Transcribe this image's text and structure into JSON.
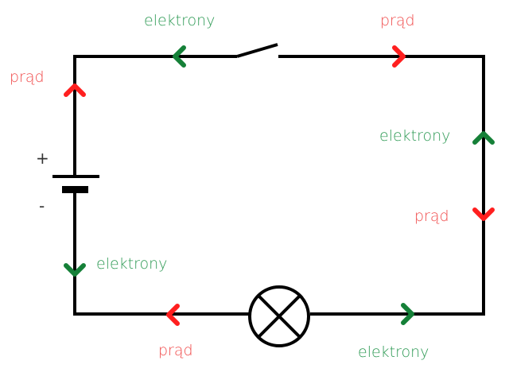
{
  "diagram": {
    "type": "electric-circuit",
    "colors": {
      "wire": "#000000",
      "current": "#ff1f1f",
      "electrons": "#158038",
      "current_label": "#f04848",
      "electrons_label": "#2e9a55"
    },
    "components": {
      "battery": {
        "plus_sign": "+",
        "minus_sign": "-"
      },
      "switch": {
        "state": "open"
      },
      "lamp": {
        "symbol": "circle-x"
      }
    },
    "labels": {
      "top_left_electrons": "elektrony",
      "top_right_current": "prąd",
      "left_current": "prąd",
      "right_electrons": "elektrony",
      "right_current": "prąd",
      "left_bottom_electrons": "elektrony",
      "bottom_left_current": "prąd",
      "bottom_right_electrons": "elektrony"
    },
    "arrows": [
      {
        "id": "top-left",
        "kind": "electrons",
        "direction": "left"
      },
      {
        "id": "top-right",
        "kind": "current",
        "direction": "right"
      },
      {
        "id": "left-top",
        "kind": "current",
        "direction": "up"
      },
      {
        "id": "left-bottom",
        "kind": "electrons",
        "direction": "down"
      },
      {
        "id": "right-top",
        "kind": "electrons",
        "direction": "up"
      },
      {
        "id": "right-bottom",
        "kind": "current",
        "direction": "down"
      },
      {
        "id": "bottom-left",
        "kind": "current",
        "direction": "left"
      },
      {
        "id": "bottom-right",
        "kind": "electrons",
        "direction": "right"
      }
    ]
  }
}
